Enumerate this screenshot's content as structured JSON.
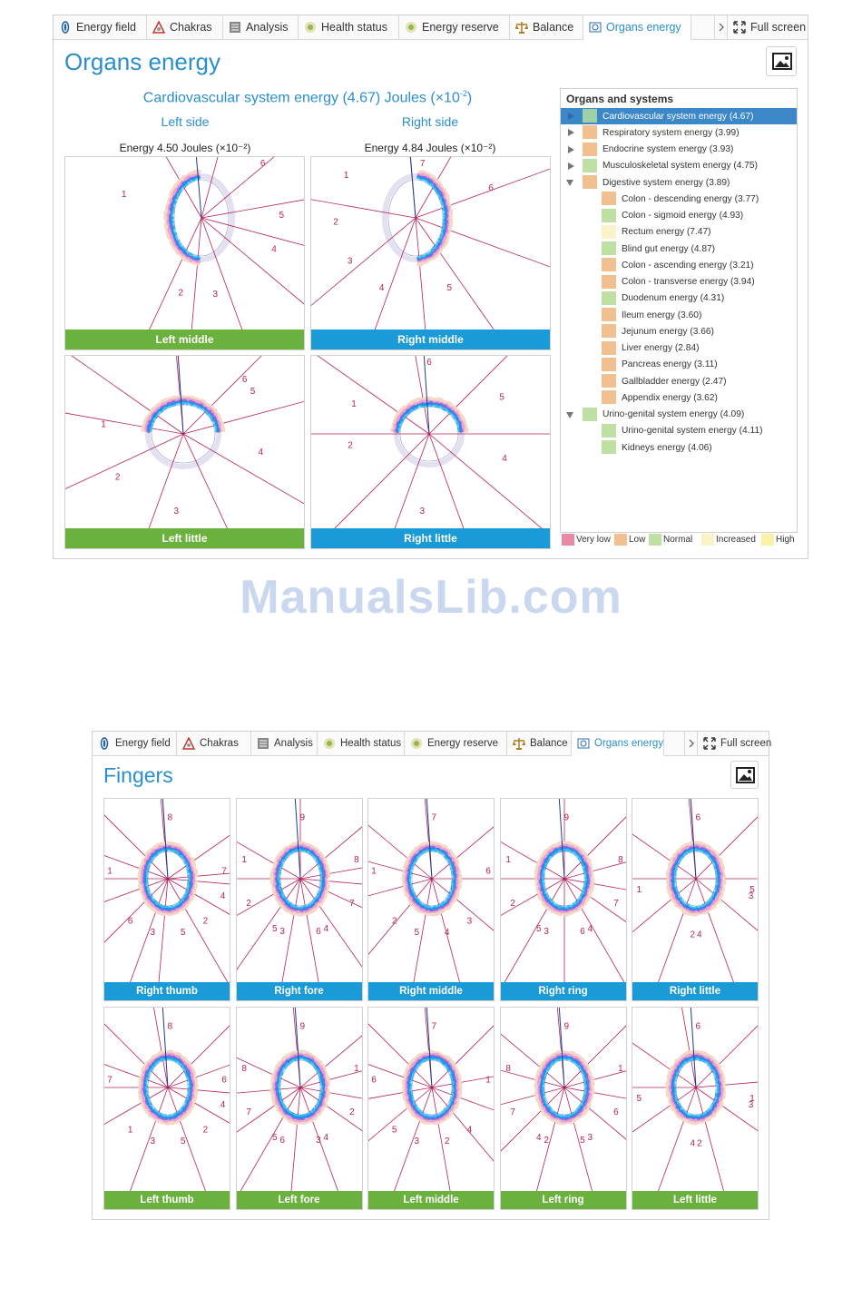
{
  "tabs": [
    {
      "label": "Energy field",
      "icon": "energy-field-icon"
    },
    {
      "label": "Chakras",
      "icon": "chakras-icon"
    },
    {
      "label": "Analysis",
      "icon": "analysis-icon"
    },
    {
      "label": "Health status",
      "icon": "health-status-icon"
    },
    {
      "label": "Energy reserve",
      "icon": "energy-reserve-icon"
    },
    {
      "label": "Balance",
      "icon": "balance-icon"
    },
    {
      "label": "Organs energy",
      "icon": "organs-energy-icon"
    }
  ],
  "full_screen_label": "Full screen",
  "organs": {
    "title": "Organs energy",
    "subtitle": "Cardiovascular system energy (4.67) Joules (×10",
    "subtitle_exp": "-2",
    "subtitle_end": ")",
    "left_side": "Left side",
    "right_side": "Right side",
    "left_energy": "Energy 4.50 Joules (×10⁻²)",
    "right_energy": "Energy 4.84 Joules (×10⁻²)",
    "panels": [
      {
        "label": "Left middle",
        "color": "green",
        "numbers": [
          "6",
          "1",
          "5",
          "4",
          "2",
          "3"
        ]
      },
      {
        "label": "Right middle",
        "color": "blue",
        "numbers": [
          "1",
          "7",
          "6",
          "2",
          "3",
          "4",
          "5"
        ]
      },
      {
        "label": "Left little",
        "color": "green",
        "numbers": [
          "6",
          "5",
          "1",
          "4",
          "2",
          "3"
        ]
      },
      {
        "label": "Right little",
        "color": "blue",
        "numbers": [
          "6",
          "1",
          "5",
          "2",
          "4",
          "3"
        ]
      }
    ],
    "tree_title": "Organs and systems",
    "tree": [
      {
        "label": "Cardiovascular system energy (4.67)",
        "level": 0,
        "toggle": "right",
        "color": "#9fd0a8",
        "selected": true
      },
      {
        "label": "Respiratory system energy (3.99)",
        "level": 0,
        "toggle": "right",
        "color": "#f2c08f"
      },
      {
        "label": "Endocrine system energy (3.93)",
        "level": 0,
        "toggle": "right",
        "color": "#f2c08f"
      },
      {
        "label": "Musculoskeletal system energy (4.75)",
        "level": 0,
        "toggle": "right",
        "color": "#bfe0a4"
      },
      {
        "label": "Digestive system energy (3.89)",
        "level": 0,
        "toggle": "down",
        "color": "#f2c08f"
      },
      {
        "label": "Colon - descending energy (3.77)",
        "level": 1,
        "color": "#f2c08f"
      },
      {
        "label": "Colon - sigmoid energy (4.93)",
        "level": 1,
        "color": "#bfe0a4"
      },
      {
        "label": "Rectum energy (7.47)",
        "level": 1,
        "color": "#fbf3c8"
      },
      {
        "label": "Blind gut energy (4.87)",
        "level": 1,
        "color": "#bfe0a4"
      },
      {
        "label": "Colon - ascending energy (3.21)",
        "level": 1,
        "color": "#f2c08f"
      },
      {
        "label": "Colon - transverse energy (3.94)",
        "level": 1,
        "color": "#f2c08f"
      },
      {
        "label": "Duodenum energy (4.31)",
        "level": 1,
        "color": "#bfe0a4"
      },
      {
        "label": "Ileum energy (3.60)",
        "level": 1,
        "color": "#f2c08f"
      },
      {
        "label": "Jejunum energy (3.66)",
        "level": 1,
        "color": "#f2c08f"
      },
      {
        "label": "Liver energy (2.84)",
        "level": 1,
        "color": "#f2c08f"
      },
      {
        "label": "Pancreas energy (3.11)",
        "level": 1,
        "color": "#f2c08f"
      },
      {
        "label": "Gallbladder energy (2.47)",
        "level": 1,
        "color": "#f2c08f"
      },
      {
        "label": "Appendix energy (3.62)",
        "level": 1,
        "color": "#f2c08f"
      },
      {
        "label": "Urino-genital system energy (4.09)",
        "level": 0,
        "toggle": "down",
        "color": "#bfe0a4"
      },
      {
        "label": "Urino-genital system energy (4.11)",
        "level": 1,
        "color": "#bfe0a4"
      },
      {
        "label": "Kidneys energy (4.06)",
        "level": 1,
        "color": "#bfe0a4"
      }
    ],
    "legend": [
      {
        "label": "Very low",
        "color": "#e989a6"
      },
      {
        "label": "Low",
        "color": "#f2c08f"
      },
      {
        "label": "Normal",
        "color": "#bfe0a4"
      },
      {
        "label": "Increased",
        "color": "#fbf3c8"
      },
      {
        "label": "High",
        "color": "#fbf0a8"
      }
    ]
  },
  "watermark": "ManualsLib.com",
  "fingers": {
    "title": "Fingers",
    "panels": [
      {
        "label": "Right thumb",
        "color": "blue",
        "numbers": [
          "8",
          "1",
          "7",
          "6",
          "2",
          "5",
          "3",
          "4"
        ]
      },
      {
        "label": "Right fore",
        "color": "blue",
        "numbers": [
          "9",
          "1",
          "8",
          "2",
          "7",
          "3",
          "6",
          "4",
          "5"
        ]
      },
      {
        "label": "Right middle",
        "color": "blue",
        "numbers": [
          "7",
          "1",
          "6",
          "2",
          "3",
          "4",
          "5"
        ]
      },
      {
        "label": "Right ring",
        "color": "blue",
        "numbers": [
          "9",
          "1",
          "8",
          "2",
          "7",
          "3",
          "6",
          "4",
          "5"
        ]
      },
      {
        "label": "Right little",
        "color": "blue",
        "numbers": [
          "6",
          "1",
          "5",
          "2",
          "4",
          "3"
        ]
      },
      {
        "label": "Left thumb",
        "color": "green",
        "numbers": [
          "8",
          "7",
          "6",
          "1",
          "2",
          "5",
          "3",
          "4"
        ]
      },
      {
        "label": "Left fore",
        "color": "green",
        "numbers": [
          "9",
          "8",
          "1",
          "7",
          "2",
          "6",
          "3",
          "4",
          "5"
        ]
      },
      {
        "label": "Left middle",
        "color": "green",
        "numbers": [
          "7",
          "6",
          "1",
          "5",
          "4",
          "2",
          "3"
        ]
      },
      {
        "label": "Left ring",
        "color": "green",
        "numbers": [
          "9",
          "8",
          "1",
          "7",
          "6",
          "2",
          "5",
          "3",
          "4"
        ]
      },
      {
        "label": "Left little",
        "color": "green",
        "numbers": [
          "6",
          "5",
          "1",
          "4",
          "2",
          "3"
        ]
      }
    ]
  }
}
